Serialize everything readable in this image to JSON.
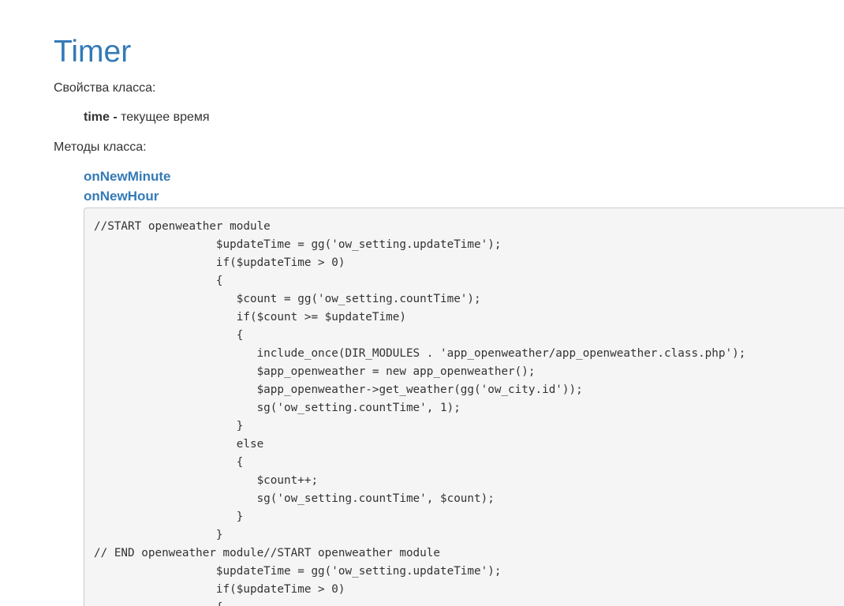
{
  "page": {
    "title": "Timer",
    "properties_label": "Свойства класса:",
    "methods_label": "Методы класса:"
  },
  "properties": [
    {
      "name": "time",
      "separator": " - ",
      "description": "текущее время"
    }
  ],
  "methods": [
    {
      "label": "onNewMinute"
    },
    {
      "label": "onNewHour"
    }
  ],
  "code": {
    "lines": [
      "//START openweather module",
      "                  $updateTime = gg('ow_setting.updateTime');",
      "                  if($updateTime > 0)",
      "                  {",
      "                     $count = gg('ow_setting.countTime');",
      "                     if($count >= $updateTime)",
      "                     {",
      "                        include_once(DIR_MODULES . 'app_openweather/app_openweather.class.php');",
      "                        $app_openweather = new app_openweather();",
      "                        $app_openweather->get_weather(gg('ow_city.id'));",
      "                        sg('ow_setting.countTime', 1);",
      "                     }",
      "                     else",
      "                     {",
      "                        $count++;",
      "                        sg('ow_setting.countTime', $count);",
      "                     }",
      "                  }",
      "// END openweather module//START openweather module",
      "                  $updateTime = gg('ow_setting.updateTime');",
      "                  if($updateTime > 0)",
      "                  {"
    ]
  },
  "colors": {
    "link": "#337ab7",
    "text": "#333333",
    "code_background": "#f5f5f5",
    "code_border": "#cccccc"
  }
}
